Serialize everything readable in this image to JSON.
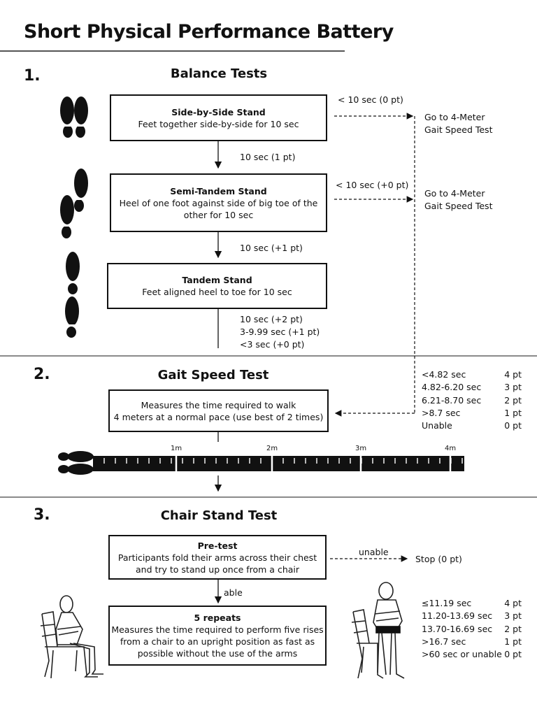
{
  "title": "Short Physical Performance Battery",
  "sections": {
    "balance": {
      "number": "1.",
      "title": "Balance Tests",
      "side_by_side": {
        "name": "Side-by-Side Stand",
        "desc": "Feet together side-by-side for 10 sec"
      },
      "semi_tandem": {
        "name": "Semi-Tandem Stand",
        "desc": "Heel of one foot against side of big toe of the other for 10 sec"
      },
      "tandem": {
        "name": "Tandem Stand",
        "desc": "Feet aligned heel to toe for 10 sec"
      },
      "fail1": "< 10 sec (0 pt)",
      "fail2": "< 10 sec (+0 pt)",
      "goto1": "Go to 4-Meter\nGait Speed Test",
      "goto2": "Go to 4-Meter\nGait Speed Test",
      "pass1": "10 sec (1 pt)",
      "pass2": "10 sec (+1 pt)",
      "tandem_scores": [
        "10 sec (+2 pt)",
        "3-9.99 sec (+1 pt)",
        "<3 sec (+0 pt)"
      ]
    },
    "gait": {
      "number": "2.",
      "title": "Gait Speed Test",
      "desc": "Measures the time required to walk\n4 meters at a normal pace (use best of 2 times)",
      "markers": [
        "1m",
        "2m",
        "3m",
        "4m"
      ],
      "scores": [
        {
          "range": "<4.82 sec",
          "pts": "4 pt"
        },
        {
          "range": "4.82-6.20 sec",
          "pts": "3 pt"
        },
        {
          "range": "6.21-8.70 sec",
          "pts": "2 pt"
        },
        {
          "range": ">8.7 sec",
          "pts": "1 pt"
        },
        {
          "range": "Unable",
          "pts": "0 pt"
        }
      ]
    },
    "chair": {
      "number": "3.",
      "title": "Chair Stand Test",
      "pretest": {
        "name": "Pre-test",
        "desc": "Participants fold their arms across their chest\nand try to stand up once from a chair"
      },
      "unable": "unable",
      "stop": "Stop (0 pt)",
      "able": "able",
      "repeats": {
        "name": "5 repeats",
        "desc": "Measures the time required to perform five rises\nfrom a chair to an upright position as fast as\npossible without the use of the arms"
      },
      "scores": [
        {
          "range": "≤11.19 sec",
          "pts": "4 pt"
        },
        {
          "range": "11.20-13.69 sec",
          "pts": "3 pt"
        },
        {
          "range": "13.70-16.69 sec",
          "pts": "2 pt"
        },
        {
          "range": ">16.7 sec",
          "pts": "1 pt"
        },
        {
          "range": ">60 sec or unable",
          "pts": "0 pt"
        }
      ]
    }
  }
}
